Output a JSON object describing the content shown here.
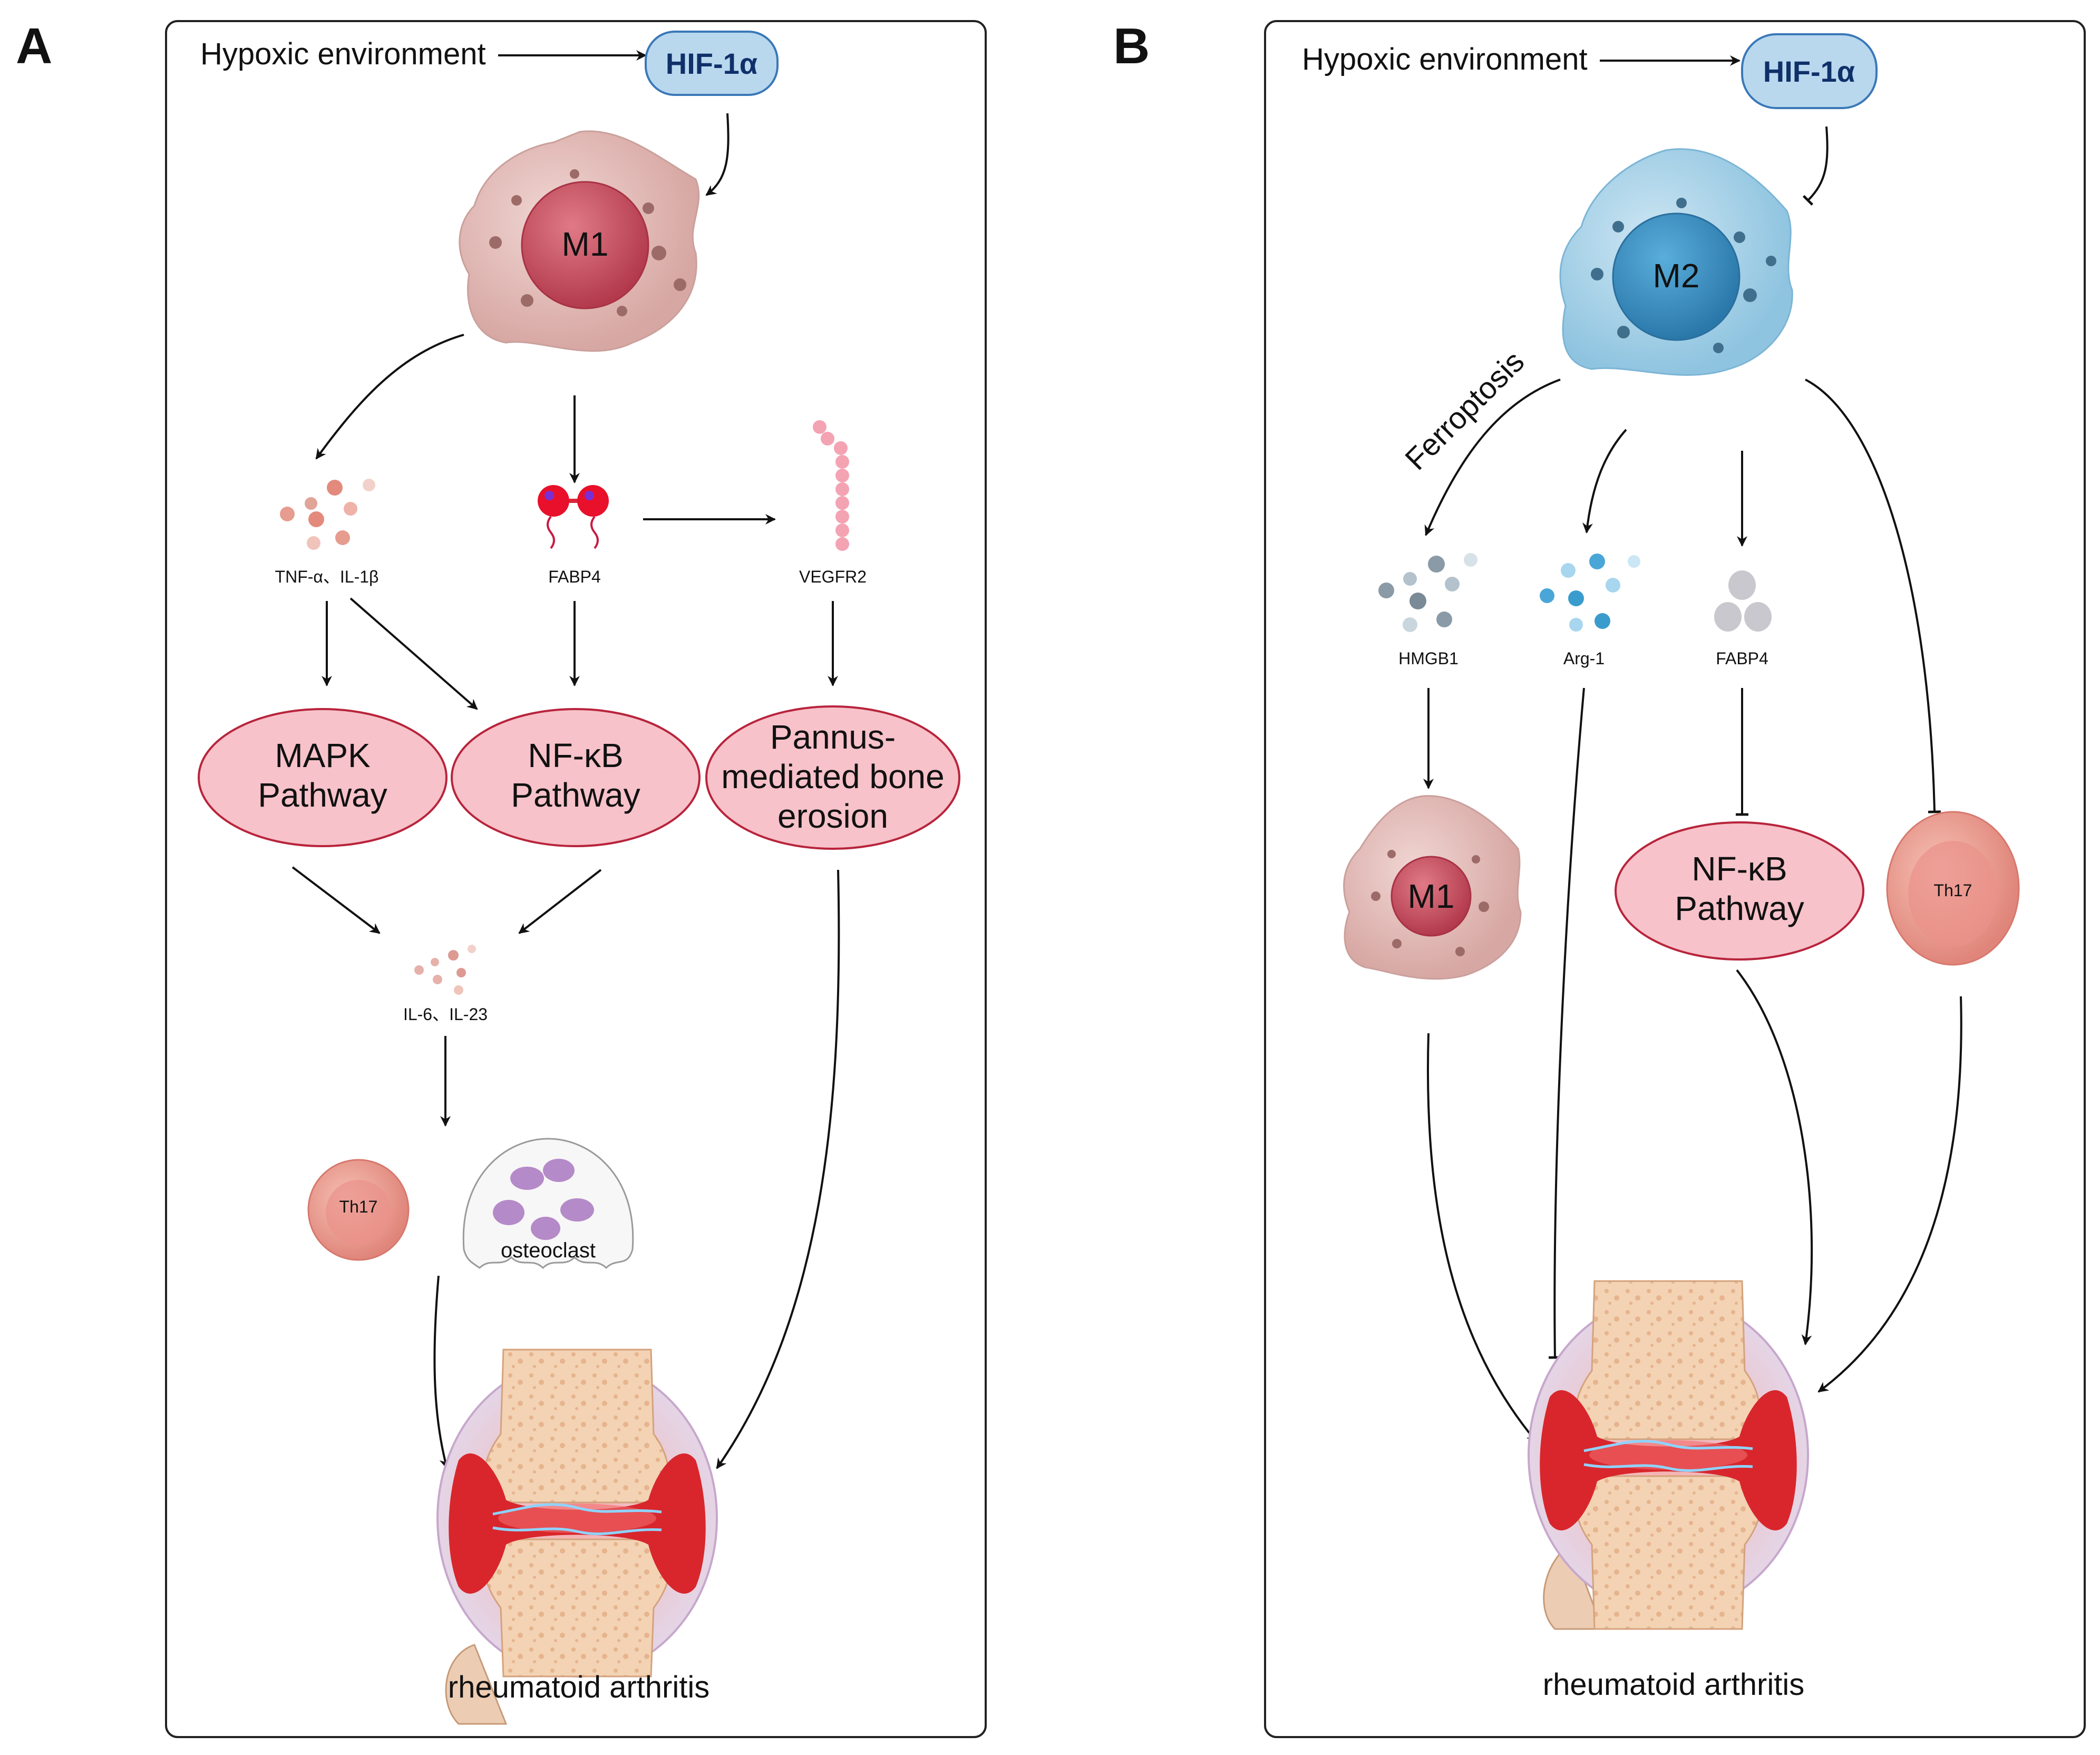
{
  "panel_a": {
    "letter": "A",
    "hypoxic": "Hypoxic environment",
    "hif": "HIF-1α",
    "cell": "M1",
    "cytokines_1": "TNF-α、IL-1β",
    "fabp4": "FABP4",
    "vegfr2": "VEGFR2",
    "mapk": [
      "MAPK",
      "Pathway"
    ],
    "nfkb": [
      "NF-κB",
      "Pathway"
    ],
    "pannus": [
      "Pannus-",
      "mediated bone",
      "erosion"
    ],
    "cytokines_2": "IL-6、IL-23",
    "th17": "Th17",
    "osteoclast": "osteoclast",
    "outcome": "rheumatoid arthritis"
  },
  "panel_b": {
    "letter": "B",
    "hypoxic": "Hypoxic environment",
    "hif": "HIF-1α",
    "cell": "M2",
    "ferroptosis": "Ferroptosis",
    "hmgb1": "HMGB1",
    "arg1": "Arg-1",
    "fabp4": "FABP4",
    "m1": "M1",
    "nfkb": [
      "NF-κB",
      "Pathway"
    ],
    "th17": "Th17",
    "outcome": "rheumatoid arthritis"
  },
  "colors": {
    "hif_fill": "#b9d8ee",
    "hif_stroke": "#3a78b8",
    "m1_body": "#e3c0bd",
    "m1_nucleus": "#c8505f",
    "m2_body": "#a9d2e8",
    "m2_nucleus": "#3a8fc2",
    "pathway_fill": "#f7c2ca",
    "pathway_stroke": "#b8243c",
    "th17": "#e8948a",
    "joint_red": "#d8262c",
    "bone": "#f2cfae"
  }
}
